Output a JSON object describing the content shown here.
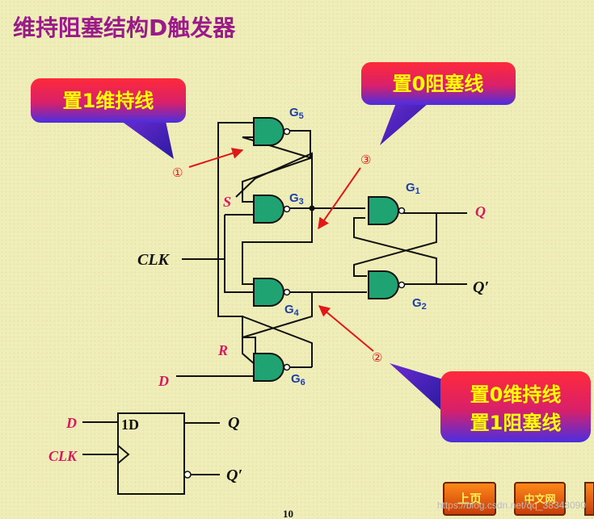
{
  "title": "维持阻塞结构D触发器",
  "callouts": {
    "set1_hold": "置1维持线",
    "set0_block": "置0阻塞线",
    "set0_hold": "置0维持线",
    "set1_block": "置1阻塞线"
  },
  "markers": {
    "m1": "①",
    "m2": "②",
    "m3": "③"
  },
  "gates": {
    "g5": "G",
    "g5_sub": "5",
    "g3": "G",
    "g3_sub": "3",
    "g4": "G",
    "g4_sub": "4",
    "g6": "G",
    "g6_sub": "6",
    "g1": "G",
    "g1_sub": "1",
    "g2": "G",
    "g2_sub": "2"
  },
  "signals": {
    "S": "S",
    "R": "R",
    "CLK": "CLK",
    "D": "D",
    "Q": "Q",
    "Qn": "Q′"
  },
  "symbol": {
    "label": "1D",
    "D": "D",
    "CLK": "CLK",
    "Q": "Q",
    "Qn": "Q′"
  },
  "nav": {
    "prev": "上页",
    "next": "中文网"
  },
  "page_number": "10",
  "watermark": "https://blog.csdn.net/qq_38348090",
  "colors": {
    "gate_fill": "#1fa373",
    "callout_top": "#ff1a3c",
    "callout_bottom": "#5b2bd8",
    "callout_text": "#ffff00",
    "title": "#9b1a8a"
  }
}
